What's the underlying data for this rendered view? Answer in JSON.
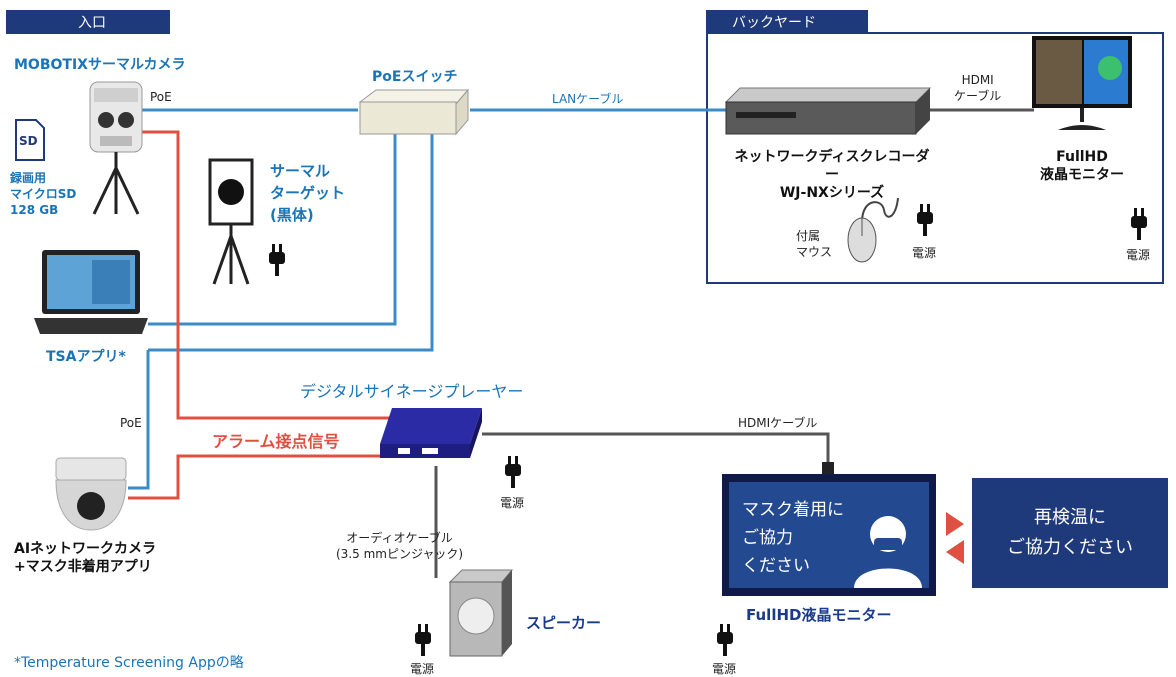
{
  "zones": {
    "entrance": "入口",
    "backyard": "バックヤード"
  },
  "devices": {
    "thermal_camera": "MOBOTIXサーマルカメラ",
    "sd_card": [
      "録画用",
      "マイクロSD",
      "128 GB"
    ],
    "sd_label": "SD",
    "thermal_target": [
      "サーマル",
      "ターゲット",
      "(黒体)"
    ],
    "poe_switch": "PoEスイッチ",
    "recorder": [
      "ネットワークディスクレコーダー",
      "WJ-NXシリーズ"
    ],
    "backyard_monitor": [
      "FullHD",
      "液晶モニター"
    ],
    "mouse": [
      "付属",
      "マウス"
    ],
    "tsa_app": "TSAアプリ*",
    "signage_player": "デジタルサイネージプレーヤー",
    "ai_camera": [
      "AIネットワークカメラ",
      "+マスク非着用アプリ"
    ],
    "speaker": "スピーカー",
    "front_monitor": "FullHD液晶モニター"
  },
  "cables": {
    "poe_top": "PoE",
    "lan": "LANケーブル",
    "hdmi_top": [
      "HDMI",
      "ケーブル"
    ],
    "poe_side": "PoE",
    "alarm": "アラーム接点信号",
    "hdmi_bottom": "HDMIケーブル",
    "audio": [
      "オーディオケーブル",
      "(3.5 mmピンジャック)"
    ]
  },
  "power_label": "電源",
  "monitor_message": [
    "マスク着用に",
    "ご協力",
    "ください"
  ],
  "recheck_message": [
    "再検温に",
    "ご協力ください"
  ],
  "footnote": "*Temperature Screening Appの略",
  "colors": {
    "network": "#3a8cc8",
    "alarm": "#e05040",
    "hdmi": "#555555",
    "navy": "#1f3a7a"
  }
}
